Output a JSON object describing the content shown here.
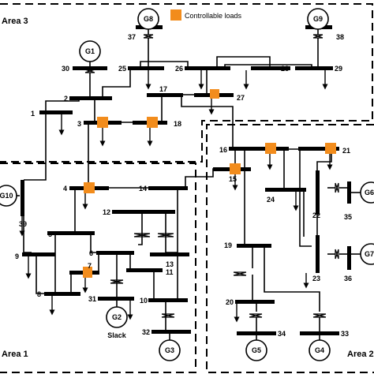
{
  "legend": {
    "label": "Controllable loads"
  },
  "areas": [
    {
      "id": "area3",
      "label": "Area 3"
    },
    {
      "id": "area1",
      "label": "Area 1"
    },
    {
      "id": "area2",
      "label": "Area 2"
    }
  ],
  "generators": [
    {
      "id": "G1",
      "label": "G1"
    },
    {
      "id": "G2",
      "label": "G2",
      "note": "Slack"
    },
    {
      "id": "G3",
      "label": "G3"
    },
    {
      "id": "G4",
      "label": "G4"
    },
    {
      "id": "G5",
      "label": "G5"
    },
    {
      "id": "G6",
      "label": "G6"
    },
    {
      "id": "G7",
      "label": "G7"
    },
    {
      "id": "G8",
      "label": "G8"
    },
    {
      "id": "G9",
      "label": "G9"
    },
    {
      "id": "G10",
      "label": "G10"
    }
  ],
  "buses": [
    "1",
    "2",
    "3",
    "4",
    "5",
    "6",
    "7",
    "8",
    "9",
    "10",
    "11",
    "12",
    "13",
    "14",
    "15",
    "16",
    "17",
    "18",
    "19",
    "20",
    "21",
    "22",
    "23",
    "24",
    "25",
    "26",
    "27",
    "28",
    "29",
    "30",
    "31",
    "32",
    "33",
    "34",
    "35",
    "36",
    "37",
    "38",
    "39"
  ],
  "colors": {
    "line": "#000000",
    "load_marker": "#f28c1c",
    "area_boundary": "#000000",
    "background": "#ffffff"
  }
}
